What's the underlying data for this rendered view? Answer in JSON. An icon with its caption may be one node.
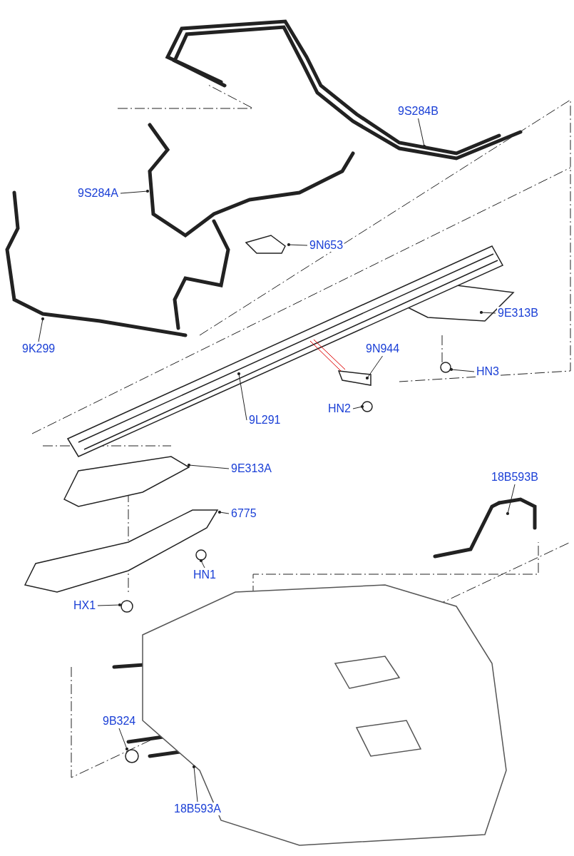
{
  "diagram": {
    "nodes": [
      {
        "text": [
          "9S284B"
        ]
      },
      {
        "text": [
          "9S284A"
        ]
      },
      {
        "text": [
          "9N653"
        ]
      },
      {
        "text": [
          "9K299"
        ]
      },
      {
        "text": [
          "9E313B"
        ]
      },
      {
        "text": [
          "9N944"
        ]
      },
      {
        "text": [
          "9L291"
        ]
      },
      {
        "text": [
          "HN3"
        ]
      },
      {
        "text": [
          "HN2"
        ]
      },
      {
        "text": [
          "9E313A"
        ]
      },
      {
        "text": [
          "18B593B"
        ]
      },
      {
        "text": [
          "6775"
        ]
      },
      {
        "text": [
          "HN1"
        ]
      },
      {
        "text": [
          "HX1"
        ]
      },
      {
        "text": [
          "9B324"
        ]
      },
      {
        "text": [
          "18B593A"
        ]
      }
    ],
    "edges": [
      {
        "from": 0,
        "to": null,
        "arrow": "other"
      },
      {
        "from": 1,
        "to": null,
        "arrow": "other"
      },
      {
        "from": 2,
        "to": null,
        "arrow": "other"
      },
      {
        "from": 3,
        "to": null,
        "arrow": "other"
      },
      {
        "from": 4,
        "to": null,
        "arrow": "other"
      },
      {
        "from": 5,
        "to": null,
        "arrow": "other"
      },
      {
        "from": 6,
        "to": null,
        "arrow": "other"
      },
      {
        "from": 7,
        "to": null,
        "arrow": "other"
      },
      {
        "from": 8,
        "to": null,
        "arrow": "other"
      },
      {
        "from": 9,
        "to": null,
        "arrow": "other"
      },
      {
        "from": 10,
        "to": null,
        "arrow": "other"
      },
      {
        "from": 11,
        "to": null,
        "arrow": "other"
      },
      {
        "from": 12,
        "to": null,
        "arrow": "other"
      },
      {
        "from": 13,
        "to": null,
        "arrow": "other"
      },
      {
        "from": 14,
        "to": null,
        "arrow": "other"
      },
      {
        "from": 15,
        "to": null,
        "arrow": "other"
      }
    ]
  }
}
